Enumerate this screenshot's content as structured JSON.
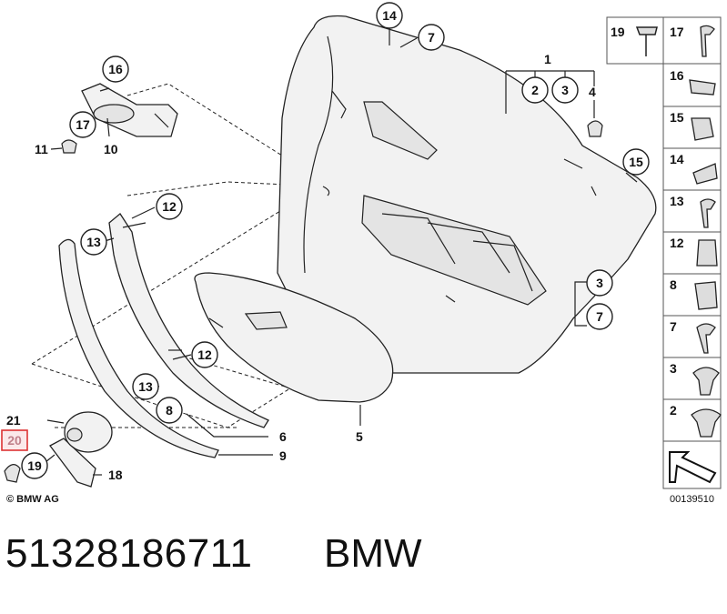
{
  "diagram": {
    "copyright": "© BMW AG",
    "drawing_number": "00139510",
    "highlighted_callout": "20",
    "callouts": {
      "c14": "14",
      "c7a": "7",
      "c1": "1",
      "c2": "2",
      "c3a": "3",
      "c4": "4",
      "c16": "16",
      "c17a": "17",
      "c11": "11",
      "c10": "10",
      "c15": "15",
      "c12a": "12",
      "c13a": "13",
      "c3b": "3",
      "c7b": "7",
      "c12b": "12",
      "c13b": "13",
      "c8": "8",
      "c6": "6",
      "c9": "9",
      "c5": "5",
      "c21": "21",
      "c20": "20",
      "c19a": "19",
      "c18": "18"
    },
    "legend": [
      {
        "left": "19",
        "right": "17"
      },
      {
        "label": "16"
      },
      {
        "label": "15"
      },
      {
        "label": "14"
      },
      {
        "label": "13"
      },
      {
        "label": "12"
      },
      {
        "label": "8"
      },
      {
        "label": "7"
      },
      {
        "label": "3"
      },
      {
        "label": "2"
      }
    ]
  },
  "footer": {
    "part_number": "51328186711",
    "brand": "BMW"
  }
}
